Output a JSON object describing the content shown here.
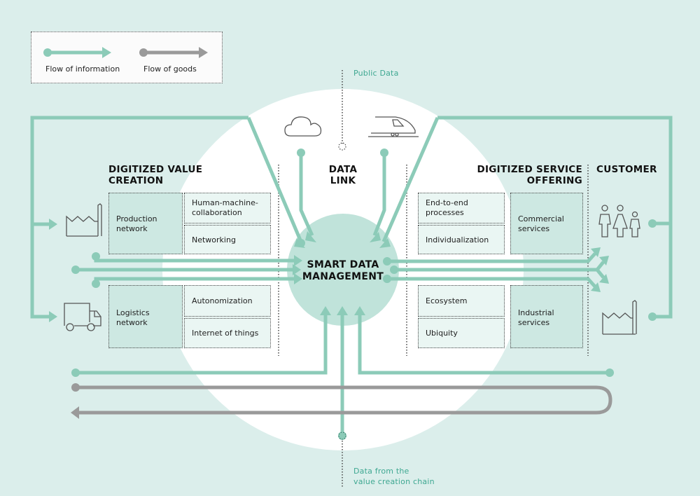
{
  "colors": {
    "background": "#dbeeeb",
    "info_flow": "#8ccbb8",
    "goods_flow": "#9a9a9a",
    "center_circle": "#c0e3da",
    "box_fill_dark": "#cde8e2",
    "box_fill_light": "#eaf6f3",
    "label_teal": "#3fa892"
  },
  "legend": {
    "info": "Flow of information",
    "goods": "Flow of goods"
  },
  "labels": {
    "public_data": "Public Data",
    "data_from_chain_line1": "Data from the",
    "data_from_chain_line2": "value creation chain"
  },
  "center": {
    "line1": "SMART DATA",
    "line2": "MANAGEMENT"
  },
  "sections": {
    "value_creation": {
      "line1": "DIGITIZED VALUE",
      "line2": "CREATION"
    },
    "data_link": {
      "line1": "DATA",
      "line2": "LINK"
    },
    "service_offering": {
      "line1": "DIGITIZED SERVICE",
      "line2": "OFFERING"
    },
    "customer": "CUSTOMER"
  },
  "value_creation": {
    "production_network": {
      "line1": "Production",
      "line2": "network"
    },
    "logistics_network": {
      "line1": "Logistics",
      "line2": "network"
    },
    "human_machine": {
      "line1": "Human-machine-",
      "line2": "collaboration"
    },
    "networking": "Networking",
    "autonomization": "Autonomization",
    "iot": "Internet of things"
  },
  "service_offering": {
    "end_to_end": {
      "line1": "End-to-end",
      "line2": "processes"
    },
    "individualization": "Individualization",
    "commercial": {
      "line1": "Commercial",
      "line2": "services"
    },
    "ecosystem": "Ecosystem",
    "ubiquity": "Ubiquity",
    "industrial": {
      "line1": "Industrial",
      "line2": "services"
    }
  },
  "icons": {
    "cloud": "cloud-icon",
    "train": "train-icon",
    "factory": "factory-icon",
    "truck": "truck-icon",
    "people": "family-icon"
  }
}
